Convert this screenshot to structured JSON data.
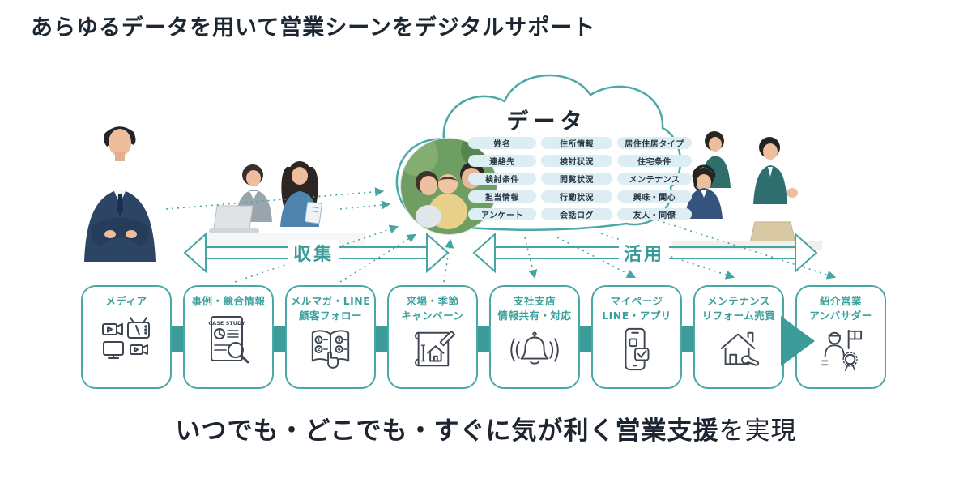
{
  "header": {
    "title": "あらゆるデータを用いて営業シーンをデジタルサポート"
  },
  "cloud": {
    "title": "データ",
    "photo": "family-photo",
    "cells": [
      [
        "姓名",
        "住所情報",
        "居住住居タイプ"
      ],
      [
        "連絡先",
        "検討状況",
        "住宅条件"
      ],
      [
        "検討条件",
        "閲覧状況",
        "メンテナンス"
      ],
      [
        "担当情報",
        "行動状況",
        "興味・関心"
      ],
      [
        "アンケート",
        "会話ログ",
        "友人・同僚"
      ]
    ]
  },
  "flows": {
    "collect": "収集",
    "utilize": "活用"
  },
  "boxes": [
    {
      "label": "メディア",
      "icon": "media-devices-icon"
    },
    {
      "label": "事例・競合情報",
      "icon": "case-study-icon",
      "doc_label": "CASE STUDY"
    },
    {
      "label": "メルマガ・LINE\n顧客フォロー",
      "icon": "newsletter-follow-icon"
    },
    {
      "label": "来場・季節\nキャンペーン",
      "icon": "campaign-blueprint-icon"
    },
    {
      "label": "支社支店\n情報共有・対応",
      "icon": "notification-bell-icon"
    },
    {
      "label": "マイページ\nLINE・アプリ",
      "icon": "mobile-app-icon"
    },
    {
      "label": "メンテナンス\nリフォーム売買",
      "icon": "house-maintenance-icon"
    },
    {
      "label": "紹介営業\nアンバサダー",
      "icon": "ambassador-icon"
    }
  ],
  "icons": {
    "book_numbers": [
      "1",
      "2",
      "3",
      "4"
    ]
  },
  "footer": {
    "emphasis": "いつでも・どこでも・すぐに気が利く営業支援",
    "suffix": "を実現"
  },
  "colors": {
    "accent_teal": "#3D9C9A",
    "cell_bg": "#DCEDF3",
    "dark_text": "#1D2734"
  }
}
